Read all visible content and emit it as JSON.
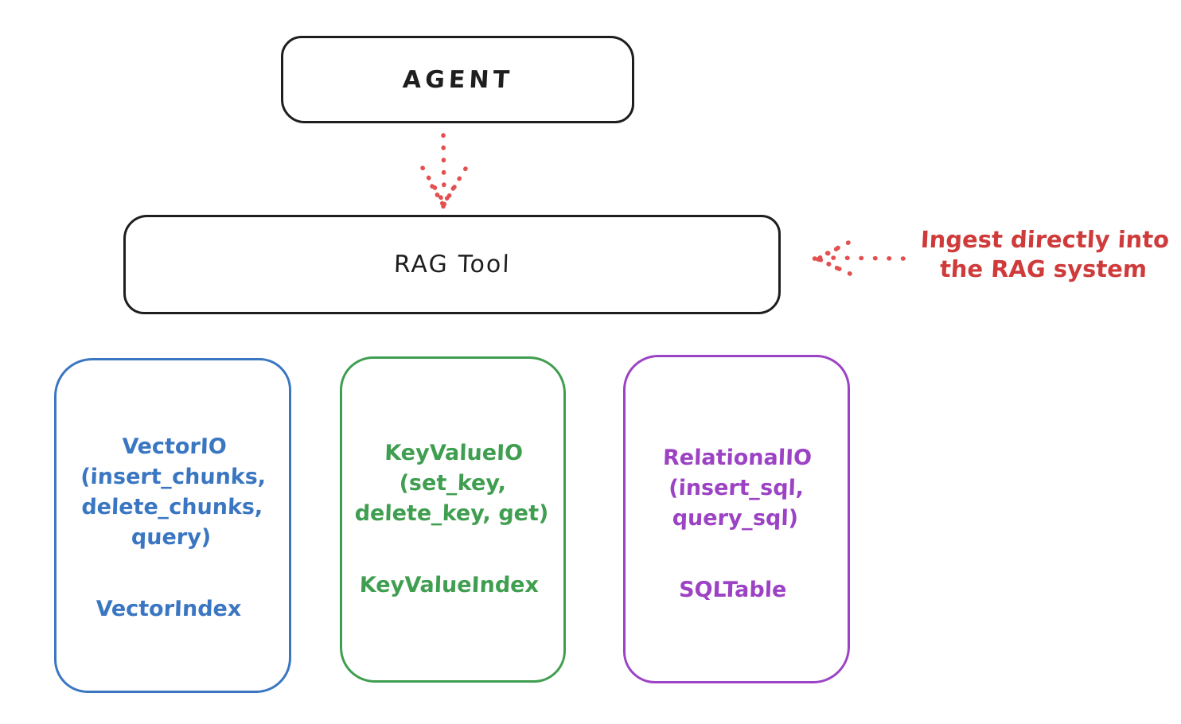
{
  "diagram": {
    "agent": {
      "label": "AGENT"
    },
    "rag_tool": {
      "label": "RAG Tool"
    },
    "annotation": {
      "line1": "Ingest directly into",
      "line2": "the RAG system"
    },
    "stores": {
      "vector": {
        "title": "VectorIO",
        "methods_line1": "(insert_chunks,",
        "methods_line2": "delete_chunks,",
        "methods_line3": "query)",
        "index_label": "VectorIndex",
        "color": "#3a76c2"
      },
      "keyvalue": {
        "title": "KeyValueIO",
        "methods_line1": "(set_key,",
        "methods_line2": "delete_key, get)",
        "index_label": "KeyValueIndex",
        "color": "#3f9e4f"
      },
      "relational": {
        "title": "RelationalIO",
        "methods_line1": "(insert_sql,",
        "methods_line2": "query_sql)",
        "index_label": "SQLTable",
        "color": "#9c42c4"
      }
    },
    "colors": {
      "outline_black": "#1e1e1e",
      "arrow_red": "#e25050",
      "annotation_red": "#cf3b3b",
      "background": "#ffffff"
    }
  }
}
